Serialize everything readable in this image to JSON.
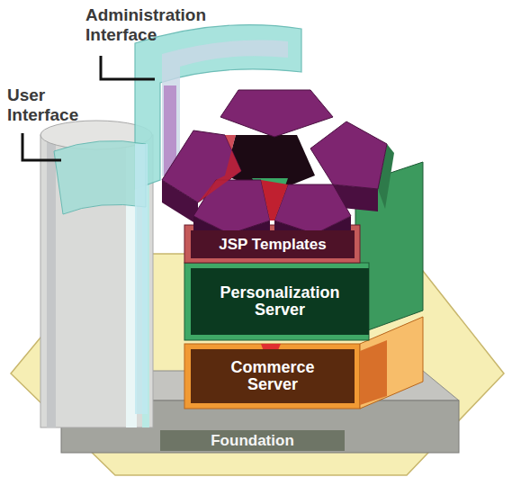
{
  "diagram": {
    "nodes": [
      {
        "text": [
          "JSP Templates"
        ]
      },
      {
        "text": [
          "Personalization Server"
        ]
      },
      {
        "text": [
          "Commerce Server"
        ]
      },
      {
        "text": [
          "Foundation"
        ]
      }
    ],
    "labels": [
      "Administration Interface",
      "User Interface"
    ]
  }
}
